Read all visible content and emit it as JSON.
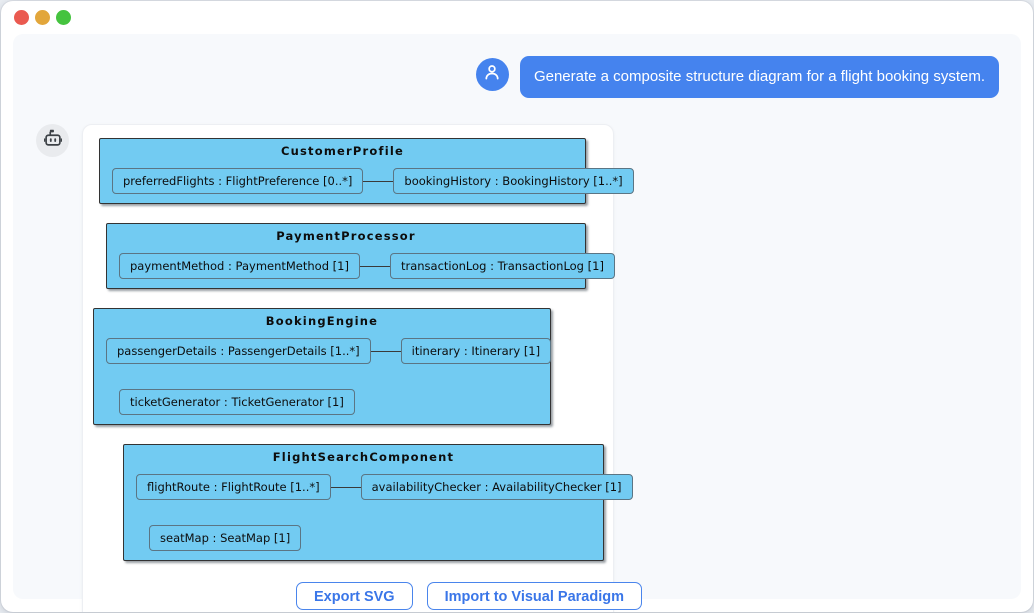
{
  "window": {
    "traffic_lights": [
      {
        "name": "close",
        "color": "#ea5a50"
      },
      {
        "name": "minimize",
        "color": "#e2a63b"
      },
      {
        "name": "zoom",
        "color": "#45c33f"
      }
    ]
  },
  "chat": {
    "user_message": "Generate a composite structure diagram for a flight booking system.",
    "user_avatar_icon": "person-icon",
    "bot_avatar_icon": "robot-icon"
  },
  "diagram": {
    "type": "uml-composite-structure",
    "components": [
      {
        "name": "CustomerProfile",
        "rows": [
          {
            "type": "pair",
            "left": "preferredFlights : FlightPreference [0..*]",
            "right": "bookingHistory : BookingHistory [1..*]"
          }
        ]
      },
      {
        "name": "PaymentProcessor",
        "rows": [
          {
            "type": "pair",
            "left": "paymentMethod : PaymentMethod [1]",
            "right": "transactionLog : TransactionLog [1]"
          }
        ]
      },
      {
        "name": "BookingEngine",
        "rows": [
          {
            "type": "pair",
            "left": "passengerDetails : PassengerDetails [1..*]",
            "right": "itinerary : Itinerary [1]"
          },
          {
            "type": "single",
            "part": "ticketGenerator : TicketGenerator [1]"
          }
        ]
      },
      {
        "name": "FlightSearchComponent",
        "rows": [
          {
            "type": "pair",
            "left": "flightRoute : FlightRoute [1..*]",
            "right": "availabilityChecker : AvailabilityChecker [1]"
          },
          {
            "type": "single",
            "part": "seatMap : SeatMap [1]"
          }
        ]
      }
    ]
  },
  "actions": {
    "export_label": "Export SVG",
    "import_label": "Import to Visual Paradigm"
  },
  "colors": {
    "accent_blue": "#4583ee",
    "button_blue": "#3a76e8",
    "component_fill": "#72cbf2",
    "component_border": "#333333",
    "part_border": "#5b7584",
    "panel_bg": "#f7f9fc"
  }
}
